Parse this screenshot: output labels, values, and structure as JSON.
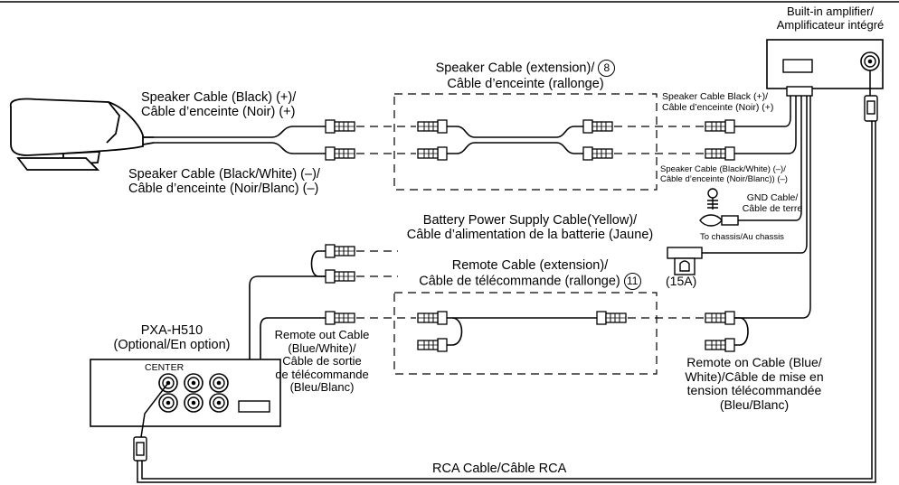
{
  "labels": {
    "amp_line1": "Built-in amplifier/",
    "amp_line2": "Amplificateur intégré",
    "spk_ext_line1": "Speaker Cable (extension)/",
    "spk_ext_num": "8",
    "spk_ext_line2": "Câble d’enceinte (rallonge)",
    "spk_black_line1": "Speaker Cable (Black) (+)/",
    "spk_black_line2": "Câble d’enceinte (Noir) (+)",
    "spk_bw_line1": "Speaker Cable (Black/White) (–)/",
    "spk_bw_line2": "Câble d’enceinte (Noir/Blanc) (–)",
    "spk_black_small_1": "Speaker Cable Black (+)/",
    "spk_black_small_2": "Câble d’enceinte (Noir) (+)",
    "spk_bw_small_1": "Speaker Cable (Black/White) (–)/",
    "spk_bw_small_2": "Câble d’enceinte (Noir/Blanc)) (–)",
    "gnd_1": "GND Cable/",
    "gnd_2": "Câble de terre",
    "chassis": "To chassis/Au chassis",
    "batt_1": "Battery Power Supply Cable(Yellow)/",
    "batt_2": "Câble d’alimentation de la batterie (Jaune)",
    "remote_ext_1": "Remote Cable (extension)/",
    "remote_ext_2": "Câble de télécommande (rallonge)",
    "remote_ext_num": "11",
    "fuse": "(15A)",
    "pxa_1": "PXA-H510",
    "pxa_2": "(Optional/En option)",
    "center": "CENTER",
    "remote_out_1": "Remote out Cable",
    "remote_out_2": "(Blue/White)/",
    "remote_out_3": "Câble de sortie",
    "remote_out_4": "de télécommande",
    "remote_out_5": "(Bleu/Blanc)",
    "remote_on_1": "Remote on Cable (Blue/",
    "remote_on_2": "White)/Câble de mise en",
    "remote_on_3": "tension télécommandée",
    "remote_on_4": "(Bleu/Blanc)",
    "rca": "RCA Cable/Câble RCA"
  }
}
